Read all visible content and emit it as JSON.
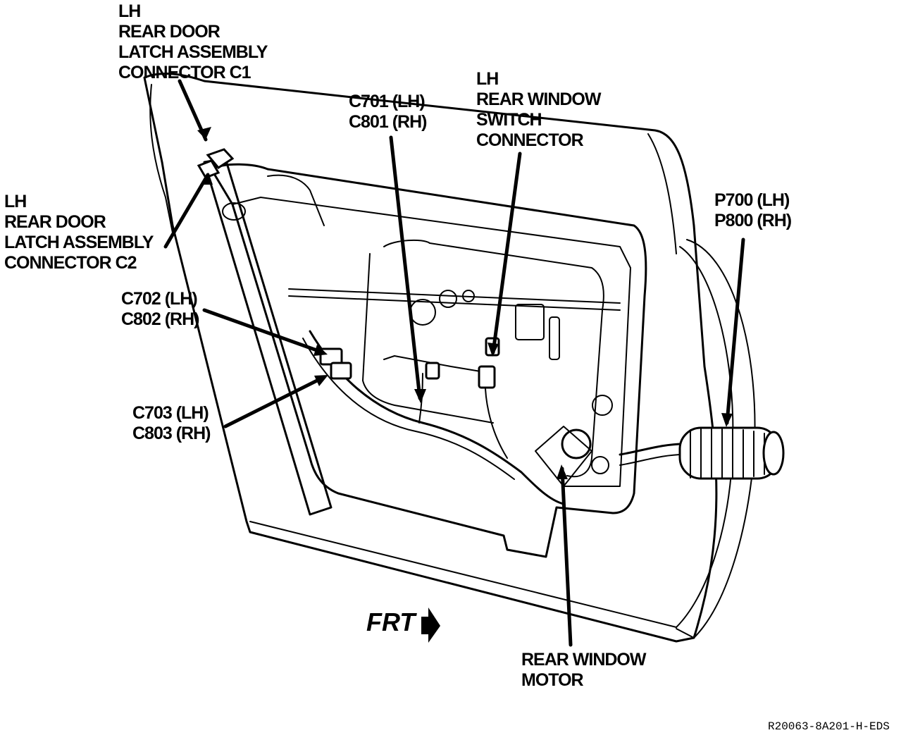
{
  "labels": {
    "latch_c1": [
      "LH",
      "REAR DOOR",
      "LATCH ASSEMBLY",
      "CONNECTOR C1"
    ],
    "latch_c2": [
      "LH",
      "REAR DOOR",
      "LATCH ASSEMBLY",
      "CONNECTOR C2"
    ],
    "c701": [
      "C701 (LH)",
      "C801 (RH)"
    ],
    "switch": [
      "LH",
      "REAR WINDOW",
      "SWITCH",
      "CONNECTOR"
    ],
    "p700": [
      "P700 (LH)",
      "P800 (RH)"
    ],
    "c702": [
      "C702 (LH)",
      "C802 (RH)"
    ],
    "c703": [
      "C703 (LH)",
      "C803 (RH)"
    ],
    "motor": [
      "REAR WINDOW",
      "MOTOR"
    ]
  },
  "frt_label": "FRT",
  "figure_ref": "R20063-8A201-H-EDS"
}
